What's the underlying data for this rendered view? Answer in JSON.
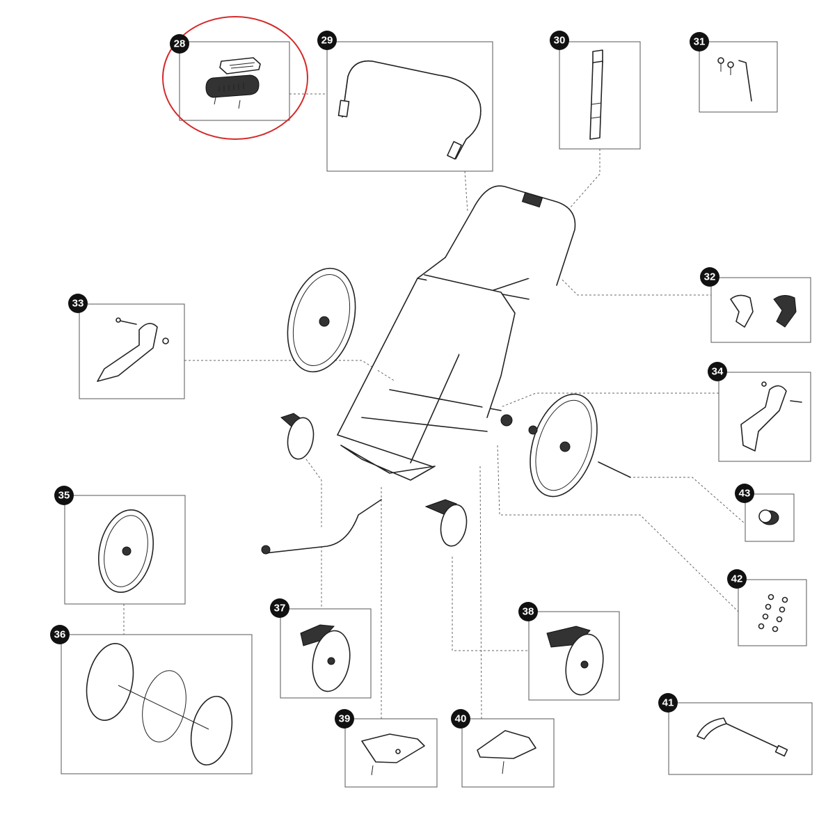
{
  "diagram": {
    "highlight_color": "#d42a2a",
    "badge_color": "#111111",
    "callouts": [
      {
        "id": "28",
        "label": "28",
        "part": "handlebar-grip-clip"
      },
      {
        "id": "29",
        "label": "29",
        "part": "handlebar"
      },
      {
        "id": "30",
        "label": "30",
        "part": "wrist-strap"
      },
      {
        "id": "31",
        "label": "31",
        "part": "screws-and-hex-key"
      },
      {
        "id": "32",
        "label": "32",
        "part": "frame-clips"
      },
      {
        "id": "33",
        "label": "33",
        "part": "left-wheel-suspension-arm"
      },
      {
        "id": "34",
        "label": "34",
        "part": "right-wheel-suspension-arm"
      },
      {
        "id": "35",
        "label": "35",
        "part": "rear-wheel"
      },
      {
        "id": "36",
        "label": "36",
        "part": "tire-tube-rim-set"
      },
      {
        "id": "37",
        "label": "37",
        "part": "left-stroller-wheel"
      },
      {
        "id": "38",
        "label": "38",
        "part": "right-stroller-wheel"
      },
      {
        "id": "39",
        "label": "39",
        "part": "left-wheel-mount"
      },
      {
        "id": "40",
        "label": "40",
        "part": "right-wheel-mount"
      },
      {
        "id": "41",
        "label": "41",
        "part": "quick-release-axle"
      },
      {
        "id": "42",
        "label": "42",
        "part": "bolt-set"
      },
      {
        "id": "43",
        "label": "43",
        "part": "axle-end-cap"
      }
    ]
  }
}
